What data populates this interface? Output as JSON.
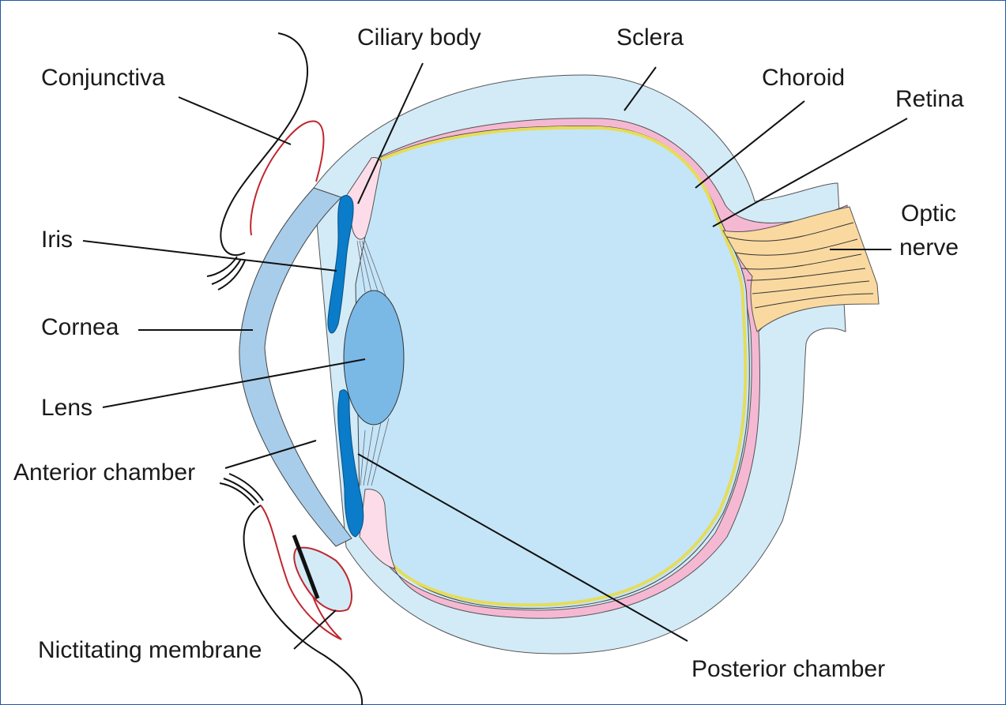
{
  "labels": {
    "conjunctiva": "Conjunctiva",
    "ciliary_body": "Ciliary body",
    "sclera": "Sclera",
    "choroid": "Choroid",
    "retina": "Retina",
    "optic_nerve_line1": "Optic",
    "optic_nerve_line2": "nerve",
    "iris": "Iris",
    "cornea": "Cornea",
    "lens": "Lens",
    "anterior_chamber": "Anterior chamber",
    "nictitating_membrane": "Nictitating membrane",
    "posterior_chamber": "Posterior chamber"
  },
  "colors": {
    "sclera": "#d3ebf7",
    "vitreous": "#c4e5f7",
    "cornea": "#a8cdeb",
    "iris": "#0a7cc9",
    "lens": "#7ab8e6",
    "choroid": "#f5b8d2",
    "retina": "#f7f4b0",
    "ciliary_body": "#fbdce8",
    "optic_nerve": "#fad9a0",
    "eyelid_margin": "#c0262d",
    "frame": "#1d5aa6"
  }
}
